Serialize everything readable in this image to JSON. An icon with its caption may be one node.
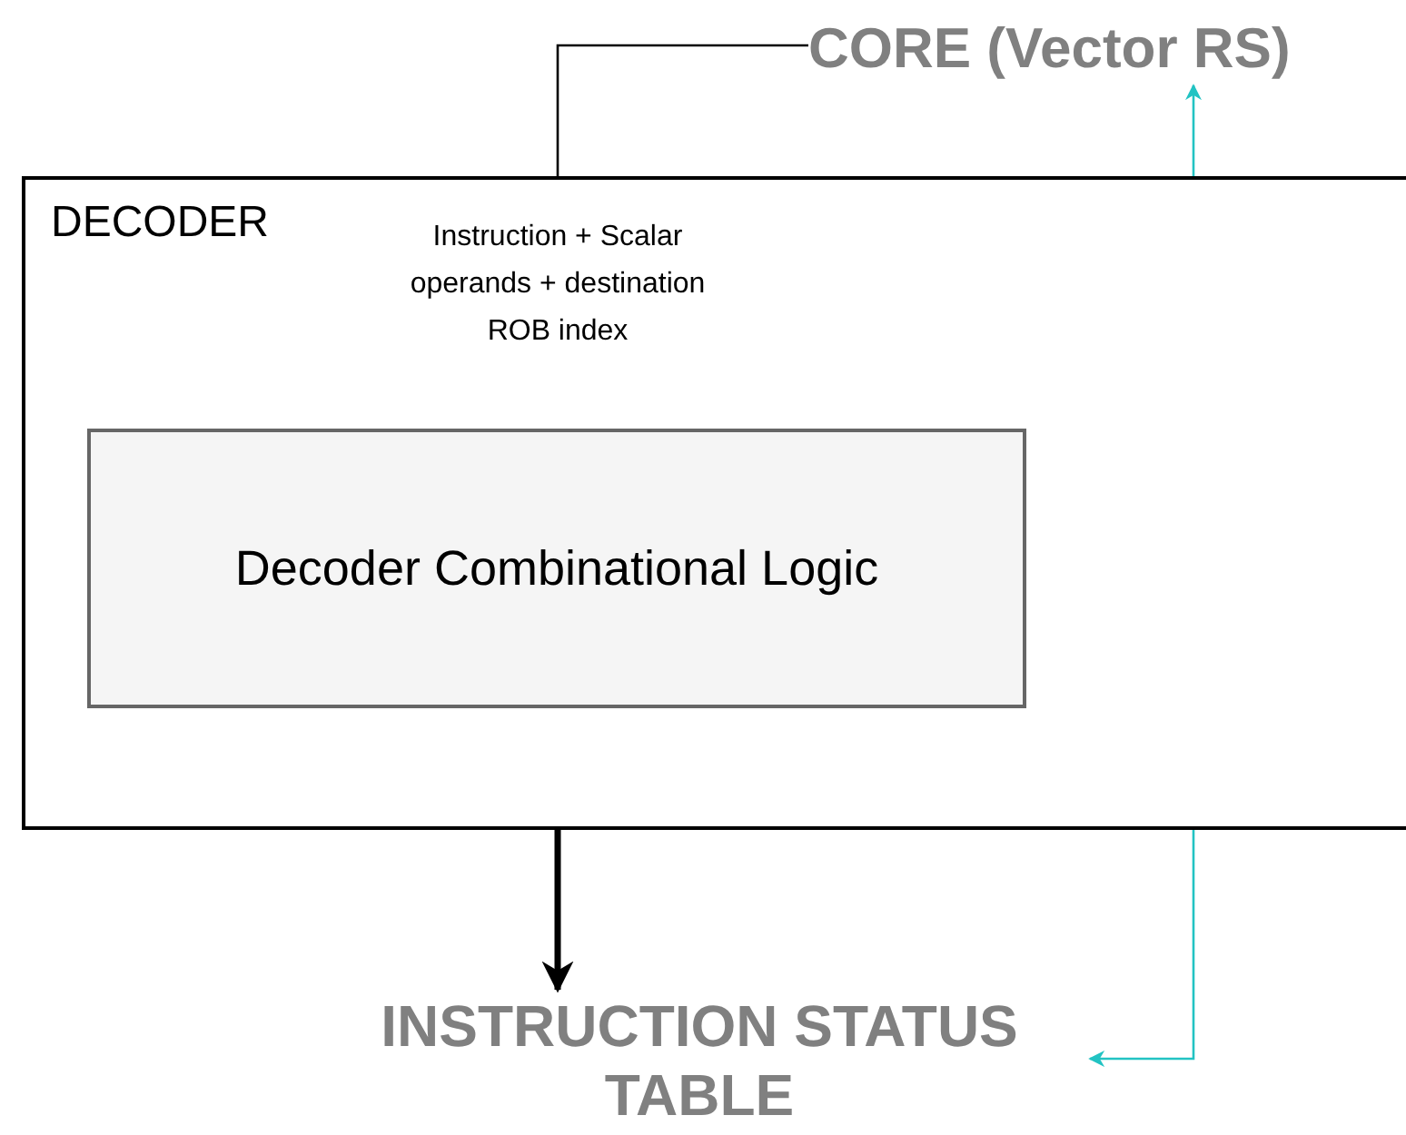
{
  "diagram": {
    "nodes": [
      {
        "text": [
          "CORE (Vector RS)"
        ]
      },
      {
        "text": [
          "DECODER"
        ]
      },
      {
        "text": [
          "Decoder Combinational Logic"
        ],
        "in": 1
      },
      {
        "text": [
          "INSTRUCTION STATUS TABLE"
        ]
      }
    ],
    "edges": [
      {
        "from": 0,
        "to": 2,
        "arrow": "to",
        "label": "Instruction + Scalar operands + destination ROB index"
      },
      {
        "from": 2,
        "to": 3,
        "arrow": "to",
        "style": "thick"
      },
      {
        "from": 3,
        "to": 0,
        "arrow": "both",
        "color": "#22c3c3"
      }
    ]
  }
}
